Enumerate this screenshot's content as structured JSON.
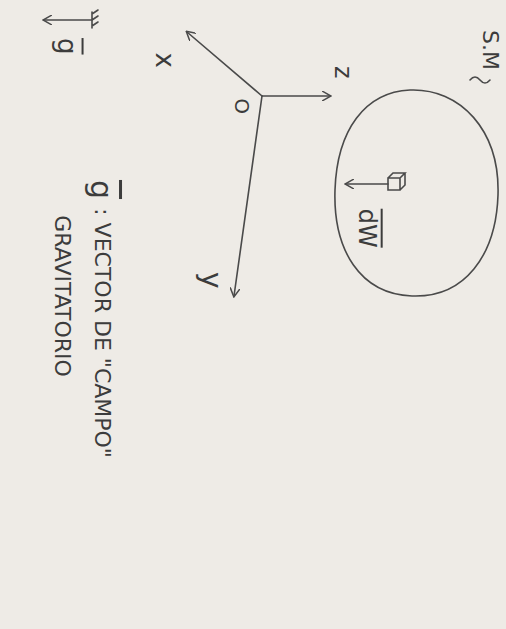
{
  "diagram": {
    "labels": [
      "g",
      "x",
      "O",
      "z",
      "y",
      "g",
      ": VECTOR DE \"CAMPO\"",
      "GRAVITATORIO",
      "dW",
      "S.M"
    ]
  }
}
